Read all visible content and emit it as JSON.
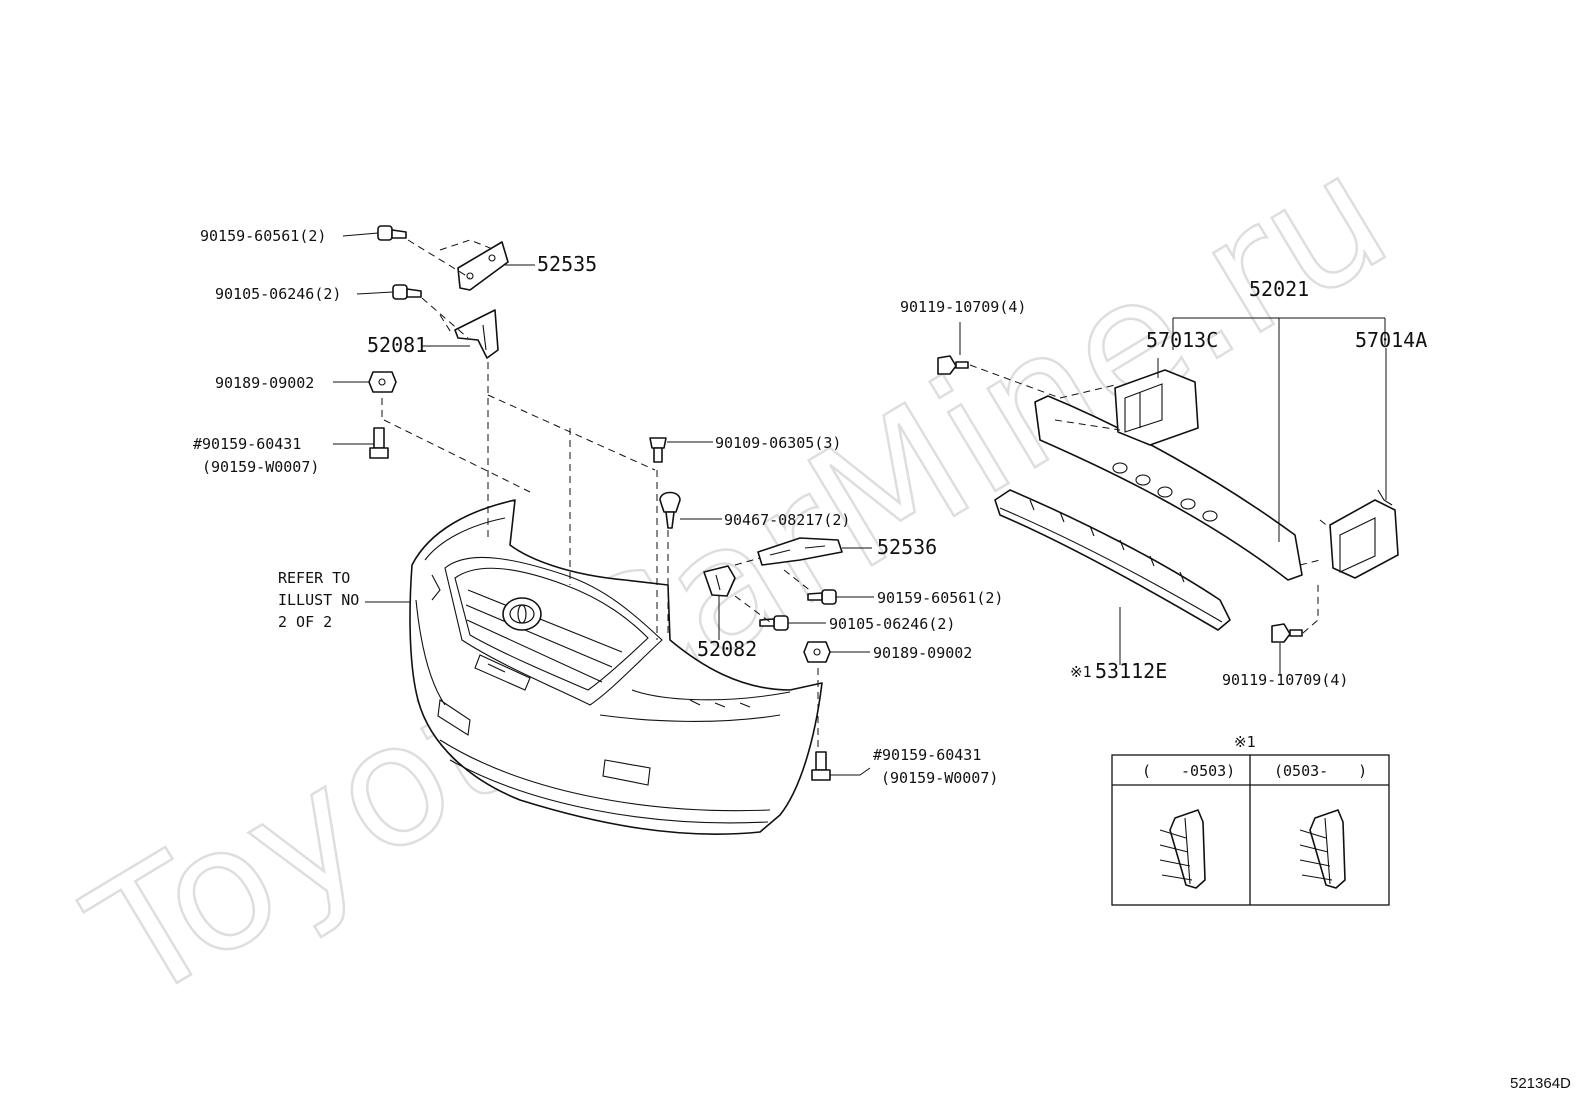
{
  "watermark": "ToyotaCarMine.ru",
  "diagram_code": "521364D",
  "refer_note": [
    "REFER TO",
    "ILLUST NO",
    "2 OF 2"
  ],
  "callouts": {
    "c52535": "52535",
    "c52081": "52081",
    "c52536": "52536",
    "c52082": "52082",
    "c52021": "52021",
    "c57013c": "57013C",
    "c57014a": "57014A",
    "c90159_60561_top": "90159-60561(2)",
    "c90105_06246_top": "90105-06246(2)",
    "c90189_09002_left": "90189-09002",
    "c90159_60431_left": "#90159-60431",
    "c90159_w0007_left": "(90159-W0007)",
    "c90109_06305": "90109-06305(3)",
    "c90467_08217": "90467-08217(2)",
    "c90159_60561_mid": "90159-60561(2)",
    "c90105_06246_mid": "90105-06246(2)",
    "c90189_09002_right": "90189-09002",
    "c90159_60431_right": "#90159-60431",
    "c90159_w0007_right": "(90159-W0007)",
    "c90119_10709_top": "90119-10709(4)",
    "c90119_10709_bottom": "90119-10709(4)",
    "c53112e": "53112E",
    "c53112e_mark": "※1"
  },
  "variant_table": {
    "mark": "※1",
    "col_left": "(　　-0503)",
    "col_right": "(0503-　　)"
  },
  "icons": [
    "bolt-icon",
    "clip-icon",
    "nut-icon",
    "toyota-emblem-icon"
  ]
}
